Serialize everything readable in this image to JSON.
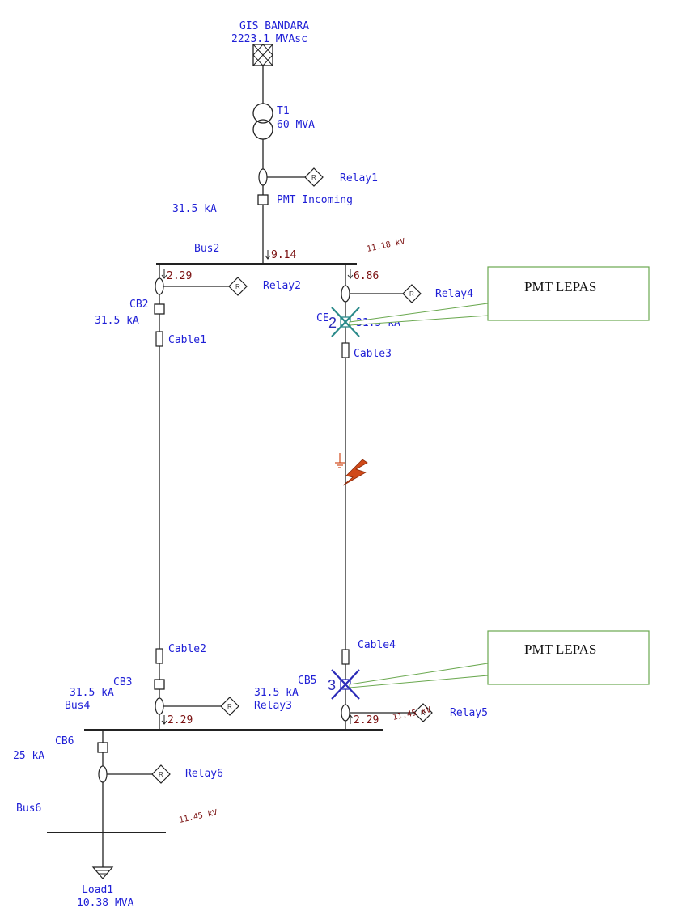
{
  "source": {
    "name": "GIS BANDARA",
    "rating": "2223.1 MVAsc"
  },
  "transformer": {
    "name": "T1",
    "rating": "60 MVA"
  },
  "relays": {
    "r1": "Relay1",
    "r2": "Relay2",
    "r3": "Relay3",
    "r4": "Relay4",
    "r5": "Relay5",
    "r6": "Relay6",
    "symbol": "R"
  },
  "breakers": {
    "incoming": "PMT Incoming",
    "incoming_rating": "31.5 kA",
    "cb2": "CB2",
    "cb2_rating": "31.5 kA",
    "cb3": "CB3",
    "cb3_rating": "31.5 kA",
    "cb4_partial": "CE",
    "cb4_rating": "31.5 kA",
    "cb5": "CB5",
    "cb5_rating": "31.5 kA",
    "cb6": "CB6",
    "cb6_rating": "25 kA"
  },
  "buses": {
    "bus2": "Bus2",
    "bus4": "Bus4",
    "bus6": "Bus6"
  },
  "cables": {
    "c1": "Cable1",
    "c2": "Cable2",
    "c3": "Cable3",
    "c4": "Cable4"
  },
  "flows": {
    "bus2_in": "9.14",
    "left_top": "2.29",
    "right_top": "6.86",
    "left_bottom": "2.29",
    "right_bottom": "2.29"
  },
  "voltages": {
    "bus2": "11.18 kV",
    "bus4": "11.45 kV",
    "bus6": "11.45 kV"
  },
  "load": {
    "name": "Load1",
    "rating": "10.38 MVA"
  },
  "callouts": {
    "top": "PMT LEPAS",
    "bottom": "PMT LEPAS"
  },
  "markers": {
    "top": "2",
    "bottom": "3"
  },
  "colors": {
    "label": "#1f1fd6",
    "value": "#7a1010",
    "callout_border": "#6aa84f",
    "open_breaker_top": "#2a8a8a",
    "open_breaker_bottom": "#2a2ab8",
    "fault": "#d04a1a"
  }
}
